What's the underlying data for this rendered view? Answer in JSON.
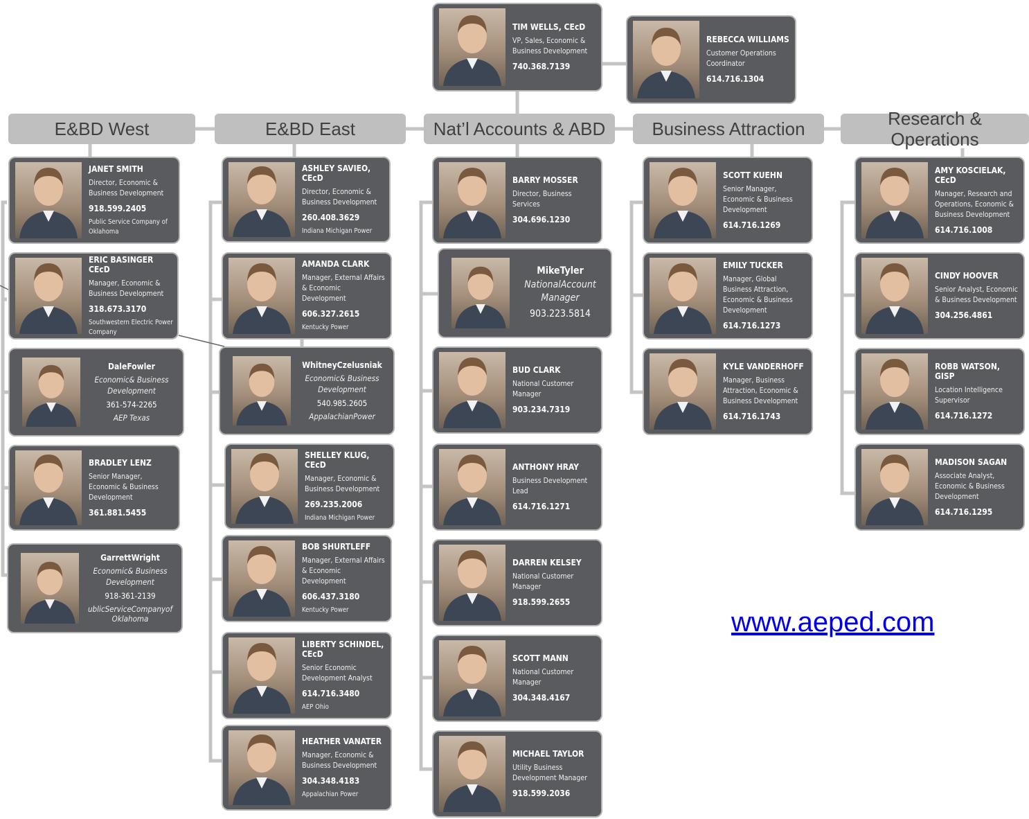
{
  "top": {
    "tim": {
      "name": "TIM WELLS, CEcD",
      "title": "VP, Sales, Economic & Business Development",
      "phone": "740.368.7139",
      "company": ""
    },
    "rebecca": {
      "name": "REBECCA WILLIAMS",
      "title": "Customer Operations Coordinator",
      "phone": "614.716.1304",
      "company": ""
    }
  },
  "headers": [
    "E&BD West",
    "E&BD East",
    "Nat’l Accounts & ABD",
    "Business Attraction",
    "Research & Operations"
  ],
  "columns": [
    [
      {
        "name": "JANET SMITH",
        "title": "Director, Economic & Business Development",
        "phone": "918.599.2405",
        "company": "Public Service Company of Oklahoma"
      },
      {
        "name": "ERIC BASINGER CEcD",
        "title": "Manager, Economic & Business Development",
        "phone": "318.673.3170",
        "company": "Southwestern Electric Power Company"
      },
      {
        "name": "DaleFowler",
        "title": "Economic& Business Development",
        "phone": "361-574-2265",
        "company": "AEP Texas"
      },
      {
        "name": "BRADLEY LENZ",
        "title": "Senior Manager, Economic & Business Development",
        "phone": "361.881.5455",
        "company": ""
      },
      {
        "name": "GarrettWright",
        "title": "Economic& Business Development",
        "phone": "918-361-2139",
        "company": "ublicServiceCompanyof Oklahoma"
      }
    ],
    [
      {
        "name": "ASHLEY SAVIEO, CEcD",
        "title": "Director, Economic & Business Development",
        "phone": "260.408.3629",
        "company": "Indiana Michigan Power"
      },
      {
        "name": "AMANDA CLARK",
        "title": "Manager, External Affairs & Economic Development",
        "phone": "606.327.2615",
        "company": "Kentucky Power"
      },
      {
        "name": "WhitneyCzelusniak",
        "title": "Economic& Business Development",
        "phone": "540.985.2605",
        "company": "AppalachianPower"
      },
      {
        "name": "SHELLEY KLUG, CEcD",
        "title": "Manager, Economic & Business Development",
        "phone": "269.235.2006",
        "company": "Indiana Michigan Power"
      },
      {
        "name": "BOB SHURTLEFF",
        "title": "Manager, External Affairs & Economic Development",
        "phone": "606.437.3180",
        "company": "Kentucky Power"
      },
      {
        "name": "LIBERTY SCHINDEL, CEcD",
        "title": "Senior Economic Development Analyst",
        "phone": "614.716.3480",
        "company": "AEP Ohio"
      },
      {
        "name": "HEATHER VANATER",
        "title": "Manager, Economic & Business Development",
        "phone": "304.348.4183",
        "company": "Appalachian Power"
      }
    ],
    [
      {
        "name": "BARRY MOSSER",
        "title": "Director, Business Services",
        "phone": "304.696.1230",
        "company": ""
      },
      {
        "name": "MikeTyler",
        "title": "NationalAccount Manager",
        "phone": "903.223.5814",
        "company": ""
      },
      {
        "name": "BUD CLARK",
        "title": "National Customer Manager",
        "phone": "903.234.7319",
        "company": ""
      },
      {
        "name": "ANTHONY HRAY",
        "title": "Business Development Lead",
        "phone": "614.716.1271",
        "company": ""
      },
      {
        "name": "DARREN KELSEY",
        "title": "National Customer Manager",
        "phone": "918.599.2655",
        "company": ""
      },
      {
        "name": "SCOTT MANN",
        "title": "National Customer Manager",
        "phone": "304.348.4167",
        "company": ""
      },
      {
        "name": "MICHAEL TAYLOR",
        "title": "Utility Business Development Manager",
        "phone": "918.599.2036",
        "company": ""
      }
    ],
    [
      {
        "name": "SCOTT KUEHN",
        "title": "Senior Manager, Economic & Business Development",
        "phone": "614.716.1269",
        "company": ""
      },
      {
        "name": "EMILY TUCKER",
        "title": "Manager, Global Business Attraction, Economic & Business Development",
        "phone": "614.716.1273",
        "company": ""
      },
      {
        "name": "KYLE VANDERHOFF",
        "title": "Manager, Business Attraction, Economic & Business Development",
        "phone": "614.716.1743",
        "company": ""
      }
    ],
    [
      {
        "name": "AMY KOSCIELAK, CEcD",
        "title": "Manager, Research and Operations, Economic & Business Development",
        "phone": "614.716.1008",
        "company": ""
      },
      {
        "name": "CINDY HOOVER",
        "title": "Senior Analyst, Economic & Business Development",
        "phone": "304.256.4861",
        "company": ""
      },
      {
        "name": "ROBB WATSON, GISP",
        "title": "Location Intelligence Supervisor",
        "phone": "614.716.1272",
        "company": ""
      },
      {
        "name": "MADISON SAGAN",
        "title": "Associate Analyst, Economic & Business Development",
        "phone": "614.716.1295",
        "company": ""
      }
    ]
  ],
  "website": "www.aeped.com"
}
